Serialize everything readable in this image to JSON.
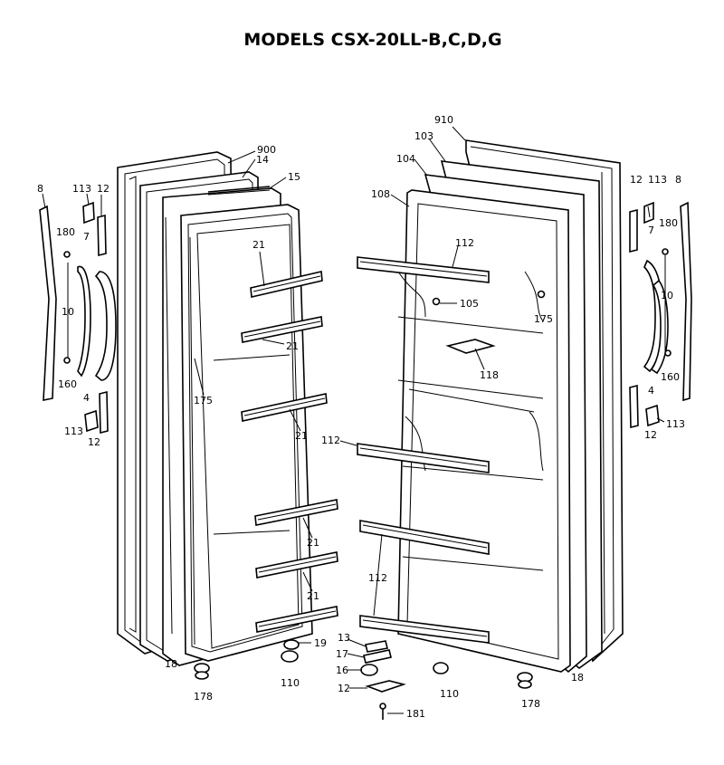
{
  "title": "MODELS CSX-20LL-B,C,D,G",
  "callouts": {
    "c900": "900",
    "c14": "14",
    "c15": "15",
    "c8l": "8",
    "c113l": "113",
    "c12l": "12",
    "c180l": "180",
    "c7l": "7",
    "c10l": "10",
    "c160l": "160",
    "c4l": "4",
    "c113lb": "113",
    "c12lb": "12",
    "c21a": "21",
    "c21b": "21",
    "c21c": "21",
    "c21d": "21",
    "c21e": "21",
    "c175l": "175",
    "c18l": "18",
    "c178l": "178",
    "c19": "19",
    "c110l": "110",
    "c13": "13",
    "c17": "17",
    "c16": "16",
    "c12m": "12",
    "c181": "181",
    "c910": "910",
    "c103": "103",
    "c104": "104",
    "c108": "108",
    "c112a": "112",
    "c105": "105",
    "c175r": "175",
    "c118": "118",
    "c112b": "112",
    "c112c": "112",
    "c110r": "110",
    "c178r": "178",
    "c18r": "18",
    "c12r": "12",
    "c113r": "113",
    "c8r": "8",
    "c7r": "7",
    "c180r": "180",
    "c10r": "10",
    "c160r": "160",
    "c4r": "4",
    "c12rb": "12",
    "c113rb": "113"
  }
}
